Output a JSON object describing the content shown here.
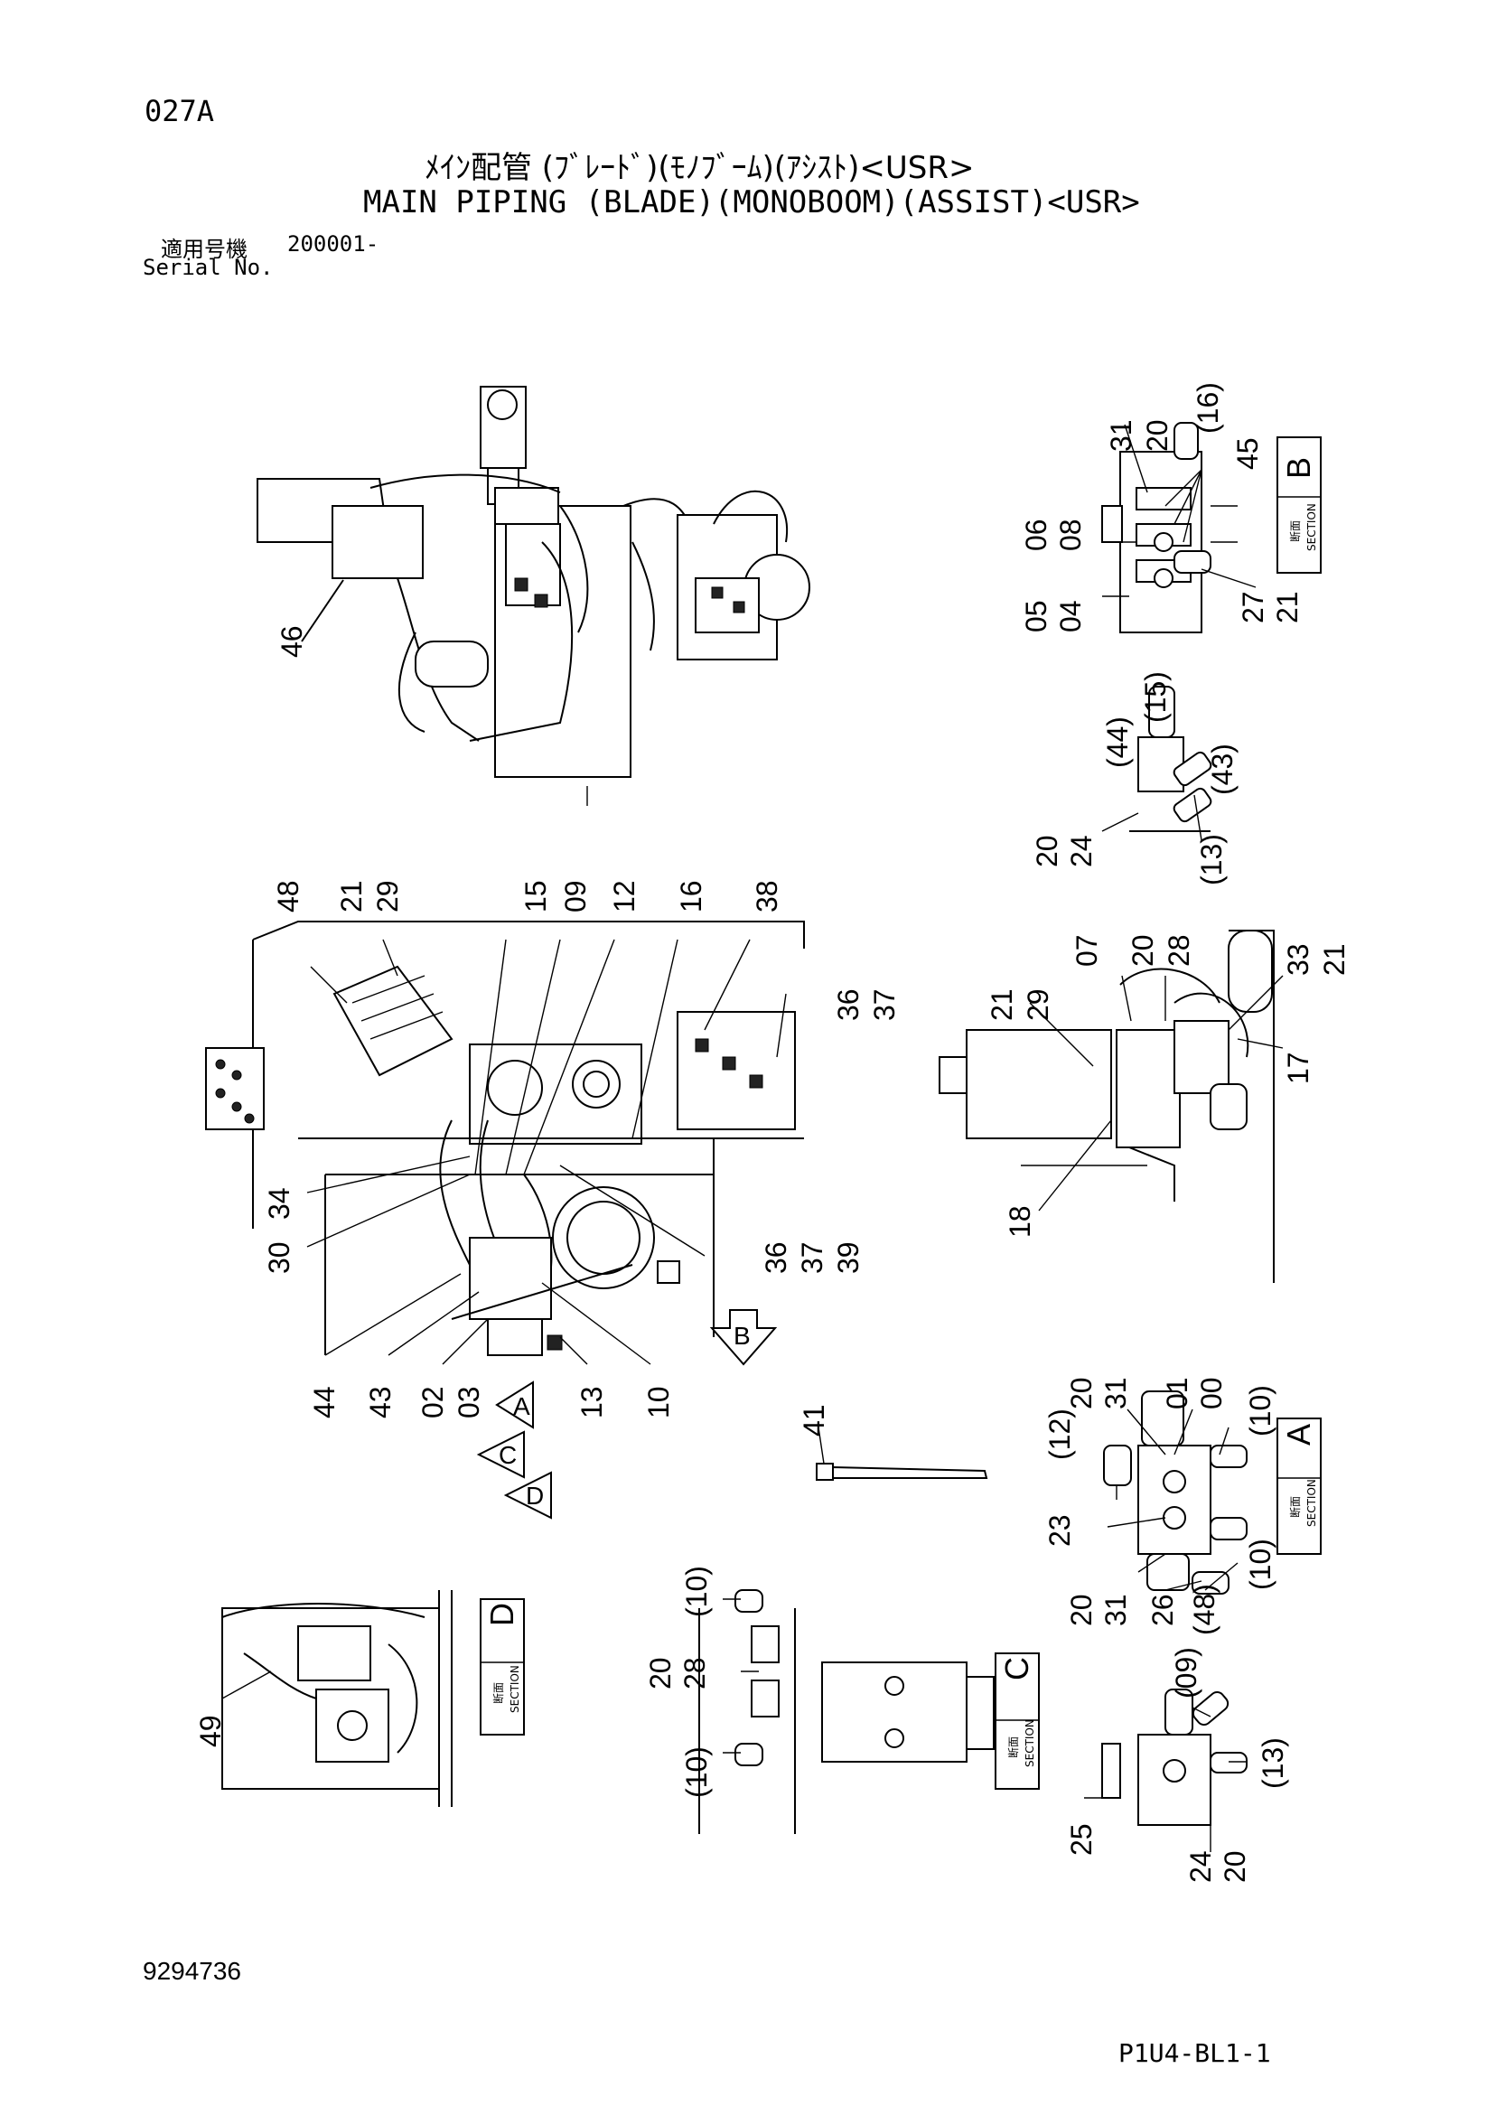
{
  "header": {
    "page_code": "027A",
    "title_jp": "ﾒｲﾝ配管 (ﾌﾞﾚｰﾄﾞ)(ﾓﾉﾌﾞｰﾑ)(ｱｼｽﾄ)<USR>",
    "title_en": "MAIN PIPING (BLADE)(MONOBOOM)(ASSIST)<USR>",
    "serial_label_jp": "適用号機",
    "serial_value": "200001-",
    "serial_label_en": "Serial No."
  },
  "footer": {
    "doc_number": "9294736",
    "sheet_code": "P1U4-BL1-1"
  },
  "sections": {
    "B": {
      "letter": "B",
      "jp": "断面",
      "en": "SECTION"
    },
    "A": {
      "letter": "A",
      "jp": "断面",
      "en": "SECTION"
    },
    "C": {
      "letter": "C",
      "jp": "断面",
      "en": "SECTION"
    },
    "D": {
      "letter": "D",
      "jp": "断面",
      "en": "SECTION"
    }
  },
  "view_arrows": {
    "A": "A",
    "B": "B",
    "C": "C",
    "D": "D"
  },
  "callouts": {
    "top_view": [
      "46"
    ],
    "section_b": [
      "31",
      "20",
      "(16)",
      "45",
      "06",
      "08",
      "05",
      "04",
      "27",
      "21"
    ],
    "detail_small": [
      "(44)",
      "(15)",
      "(43)",
      "20",
      "24",
      "(13)"
    ],
    "main_view": [
      "48",
      "21",
      "29",
      "15",
      "09",
      "12",
      "16",
      "38",
      "36",
      "37",
      "34",
      "30",
      "36",
      "37",
      "39",
      "44",
      "43",
      "02",
      "03",
      "13",
      "10"
    ],
    "right_view": [
      "21",
      "29",
      "07",
      "20",
      "28",
      "33",
      "21",
      "17",
      "18"
    ],
    "section_a": [
      "20",
      "31",
      "01",
      "00",
      "(12)",
      "(10)",
      "23",
      "(10)",
      "20",
      "31",
      "26",
      "(48)"
    ],
    "cable_tie": [
      "41"
    ],
    "section_d": [
      "49"
    ],
    "section_c": [
      "20",
      "28",
      "(10)",
      "(10)"
    ],
    "detail_bottom": [
      "(09)",
      "(13)",
      "25",
      "24",
      "20"
    ]
  }
}
